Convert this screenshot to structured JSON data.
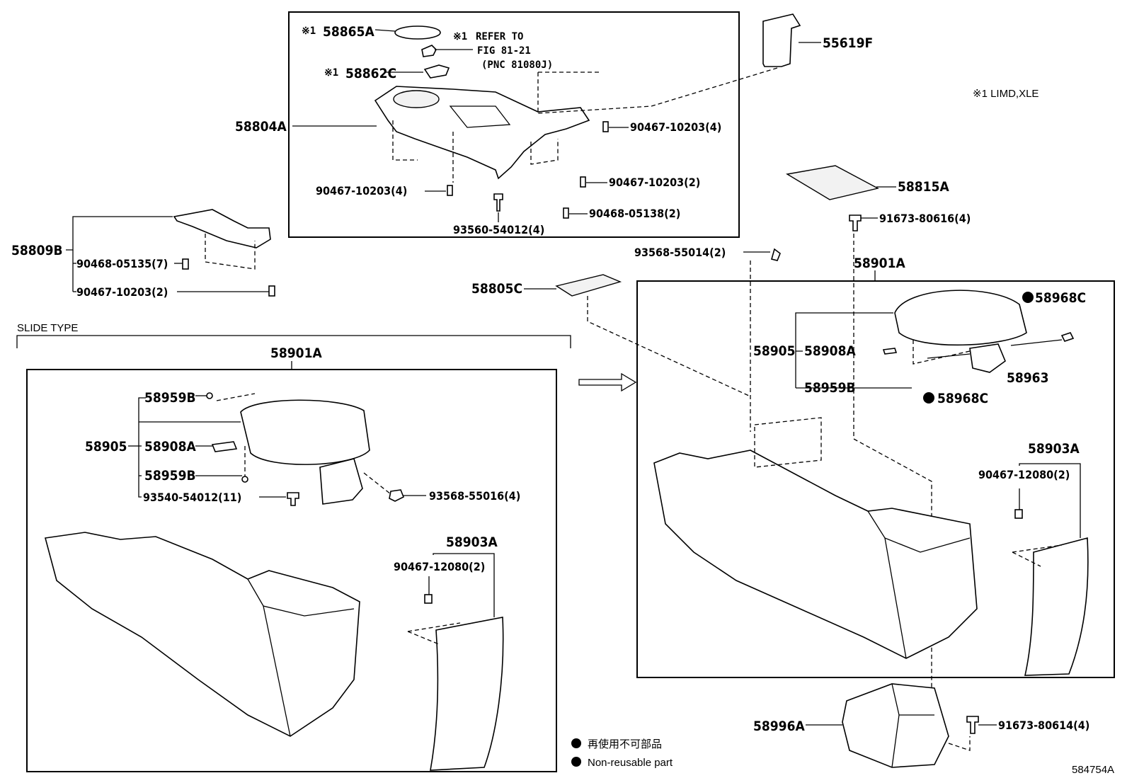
{
  "labels": {
    "p58865A": "58865A",
    "p58862C": "58862C",
    "refer_l1": "REFER TO",
    "refer_l2": "FIG 81-21",
    "refer_l3": "(PNC 81080J)",
    "mark1": "※1",
    "p55619F": "55619F",
    "limd": "※1 LIMD,XLE",
    "p58804A": "58804A",
    "p90467_10203_4a": "90467-10203(4)",
    "p90467_10203_4b": "90467-10203(4)",
    "p90467_10203_2a": "90467-10203(2)",
    "p90468_05138_2": "90468-05138(2)",
    "p93560_54012_4": "93560-54012(4)",
    "p58815A": "58815A",
    "p91673_80616_4": "91673-80616(4)",
    "p58809B": "58809B",
    "p90468_05135_7": "90468-05135(7)",
    "p90467_10203_2b": "90467-10203(2)",
    "p93568_55014_2": "93568-55014(2)",
    "p58901A_r": "58901A",
    "p58805C": "58805C",
    "p58968C_a": "58968C",
    "p58905_r": "58905",
    "p58908A_r": "58908A",
    "p58959B_r": "58959B",
    "p58963": "58963",
    "p58968C_b": "58968C",
    "slide_type": "SLIDE TYPE",
    "p58901A_l": "58901A",
    "p58959B_l1": "58959B",
    "p58905_l": "58905",
    "p58908A_l": "58908A",
    "p58959B_l2": "58959B",
    "p93540_54012_11": "93540-54012(11)",
    "p93568_55016_4": "93568-55016(4)",
    "p58903A_l": "58903A",
    "p90467_12080_2_l": "90467-12080(2)",
    "p58903A_r": "58903A",
    "p90467_12080_2_r": "90467-12080(2)",
    "p58996A": "58996A",
    "p91673_80614_4": "91673-80614(4)",
    "legend_jp": "再使用不可部品",
    "legend_en": "Non-reusable part",
    "diagram_id": "584754A"
  },
  "colors": {
    "line": "#000000",
    "background": "#ffffff"
  }
}
